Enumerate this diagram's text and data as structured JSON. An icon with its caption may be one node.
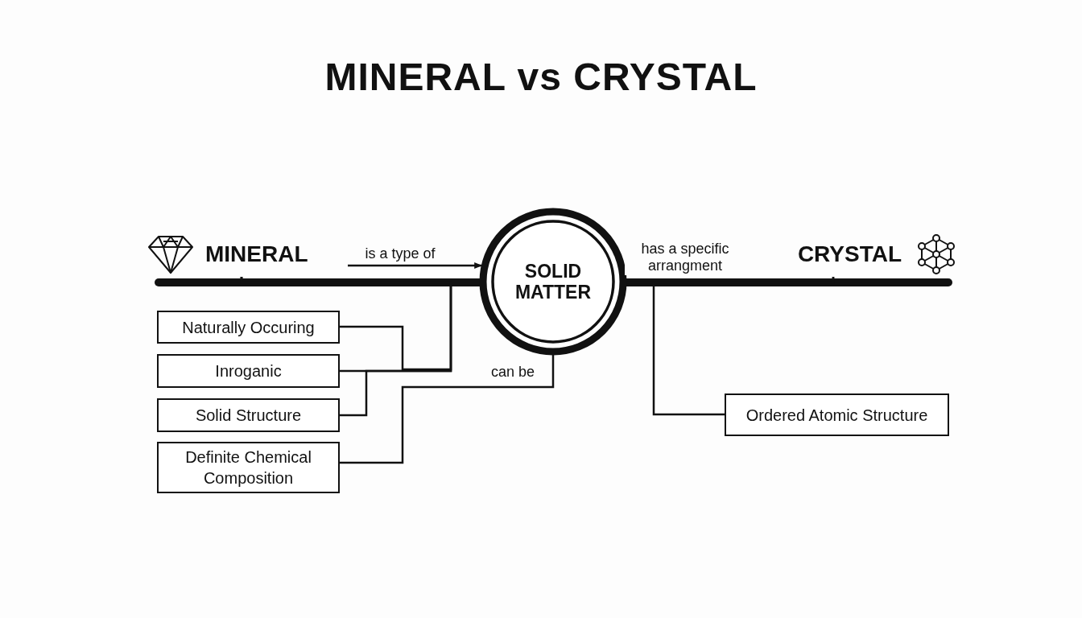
{
  "diagram": {
    "title": "MINERAL vs CRYSTAL",
    "nodes": [
      {
        "text": [
          "MINERAL"
        ]
      },
      {
        "text": [
          "SOLID MATTER"
        ]
      },
      {
        "text": [
          "CRYSTAL"
        ]
      },
      {
        "text": [
          "Naturally Occuring"
        ]
      },
      {
        "text": [
          "Inroganic"
        ]
      },
      {
        "text": [
          "Solid Structure"
        ]
      },
      {
        "text": [
          "Definite Chemical Composition"
        ]
      },
      {
        "text": [
          "Ordered Atomic Structure"
        ]
      }
    ],
    "edges": [
      {
        "from": 0,
        "to": 1,
        "arrow": "to",
        "label": "is a type of"
      },
      {
        "from": 1,
        "to": 2,
        "arrow": "none",
        "label": "has a specific arrangment"
      },
      {
        "from": 3,
        "to": 0,
        "arrow": "none"
      },
      {
        "from": 4,
        "to": 0,
        "arrow": "none"
      },
      {
        "from": 5,
        "to": 0,
        "arrow": "none"
      },
      {
        "from": 6,
        "to": 1,
        "arrow": "none",
        "label": "can be"
      },
      {
        "from": 7,
        "to": 2,
        "arrow": "none"
      }
    ]
  }
}
